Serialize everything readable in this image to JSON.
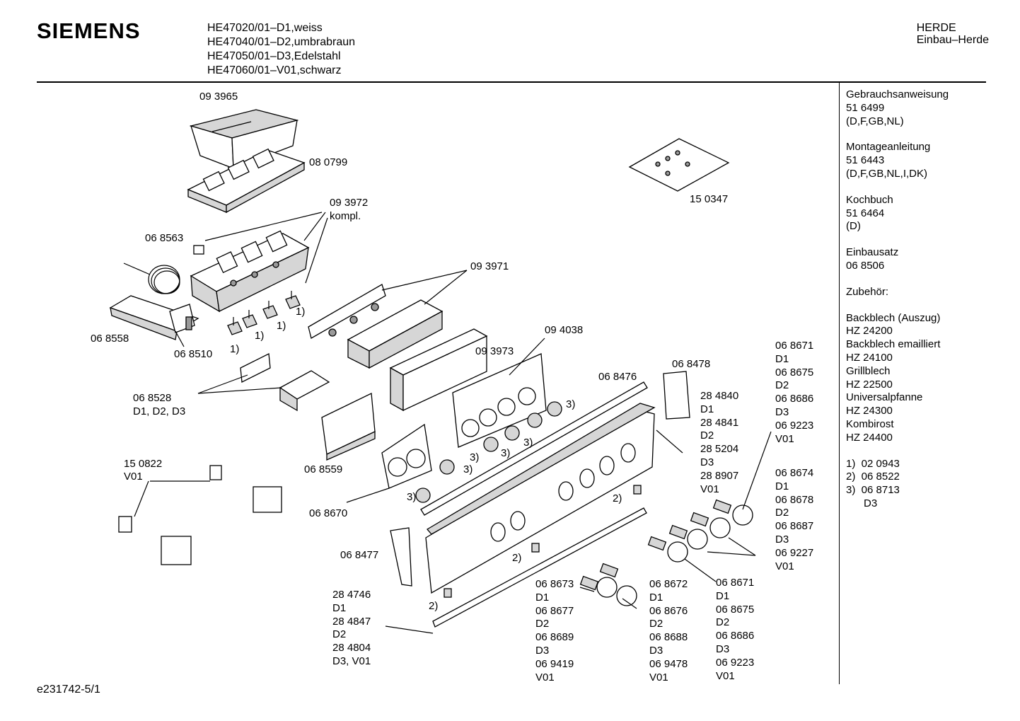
{
  "header": {
    "brand": "SIEMENS",
    "models": [
      "HE47020/01–D1,weiss",
      "HE47040/01–D2,umbrabraun",
      "HE47050/01–D3,Edelstahl",
      "HE47060/01–V01,schwarz"
    ],
    "category": "HERDE",
    "subcategory": "Einbau–Herde"
  },
  "sidebar": {
    "groups": [
      [
        "Gebrauchsanweisung",
        "51 6499",
        "(D,F,GB,NL)"
      ],
      [
        "Montageanleitung",
        "51 6443",
        "(D,F,GB,NL,I,DK)"
      ],
      [
        "Kochbuch",
        "51 6464",
        "(D)"
      ],
      [
        "Einbausatz",
        "06 8506"
      ],
      [
        "Zubehör:"
      ],
      [
        "Backblech (Auszug)",
        "HZ 24200",
        "Backblech emailliert",
        "HZ 24100",
        "Grillblech",
        "HZ 22500",
        "Universalpfanne",
        "HZ 24300",
        "Kombirost",
        "HZ 24400"
      ],
      [
        "1)  02 0943",
        "2)  06 8522",
        "3)  06 8713",
        "      D3"
      ]
    ]
  },
  "labels": {
    "p093965": "09 3965",
    "p080799": "08 0799",
    "p093972": "09 3972",
    "p093972b": "kompl.",
    "p068563": "06 8563",
    "p093971": "09 3971",
    "p068558": "06 8558",
    "p068510": "06 8510",
    "p150347": "15 0347",
    "p094038": "09 4038",
    "p093973": "09 3973",
    "p068528": "06 8528",
    "p068528b": "D1, D2, D3",
    "p068476": "06 8476",
    "p068478": "06 8478",
    "p150822": "15 0822",
    "p150822b": "V01",
    "p068559": "06 8559",
    "p068670": "06 8670",
    "p068477": "06 8477",
    "fn1a": "1)",
    "fn1b": "1)",
    "fn1c": "1)",
    "fn1d": "1)",
    "fn2a": "2)",
    "fn2b": "2)",
    "fn2c": "2)",
    "fn3a": "3)",
    "fn3b": "3)",
    "fn3c": "3)",
    "fn3d": "3)",
    "fn3e": "3)",
    "fn3f": "3)"
  },
  "label_lists": {
    "strip_center": [
      "28 4840",
      "D1",
      "28 4841",
      "D2",
      "28 5204",
      "D3",
      "28 8907",
      "V01"
    ],
    "knob_top": [
      "06 8671",
      "D1",
      "06 8675",
      "D2",
      "06 8686",
      "D3",
      "06 9223",
      "V01"
    ],
    "knob_mid": [
      "06 8674",
      "D1",
      "06 8678",
      "D2",
      "06 8687",
      "D3",
      "06 9227",
      "V01"
    ],
    "strip_low": [
      "28 4746",
      "D1",
      "28 4847",
      "D2",
      "28 4804",
      "D3, V01"
    ],
    "knob_a": [
      "06 8673",
      "D1",
      "06 8677",
      "D2",
      "06 8689",
      "D3",
      "06 9419",
      "V01"
    ],
    "knob_b": [
      "06 8672",
      "D1",
      "06 8676",
      "D2",
      "06 8688",
      "D3",
      "06 9478",
      "V01"
    ],
    "knob_c": [
      "06 8671",
      "D1",
      "06 8675",
      "D2",
      "06 8686",
      "D3",
      "06 9223",
      "V01"
    ]
  },
  "footer": {
    "doc_id": "e231742-5/1"
  }
}
